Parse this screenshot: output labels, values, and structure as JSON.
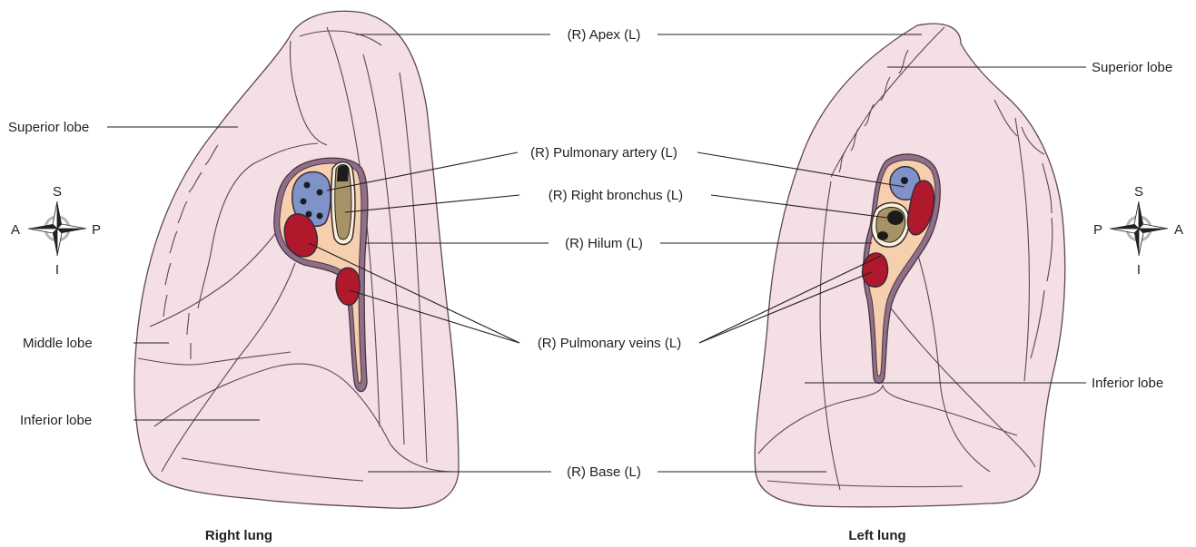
{
  "labels": {
    "apex": "(R) Apex (L)",
    "pulmonary_artery": "(R) Pulmonary artery (L)",
    "right_bronchus": "(R) Right bronchus (L)",
    "hilum": "(R) Hilum (L)",
    "pulmonary_veins": "(R) Pulmonary veins (L)",
    "base": "(R) Base (L)",
    "right_superior_lobe": "Superior lobe",
    "right_middle_lobe": "Middle lobe",
    "right_inferior_lobe": "Inferior lobe",
    "left_superior_lobe": "Superior lobe",
    "left_inferior_lobe": "Inferior lobe"
  },
  "captions": {
    "right": "Right lung",
    "left": "Left lung"
  },
  "compass_right": {
    "top": "S",
    "bottom": "I",
    "left": "A",
    "right": "P"
  },
  "compass_left": {
    "top": "S",
    "bottom": "I",
    "left": "P",
    "right": "A"
  },
  "colors": {
    "lung_tissue": "#f3dfe4",
    "pulmonary_artery": "#7f93c9",
    "pulmonary_veins": "#b0182b",
    "bronchus": "#a89368",
    "hilum": "#f6cfae"
  }
}
